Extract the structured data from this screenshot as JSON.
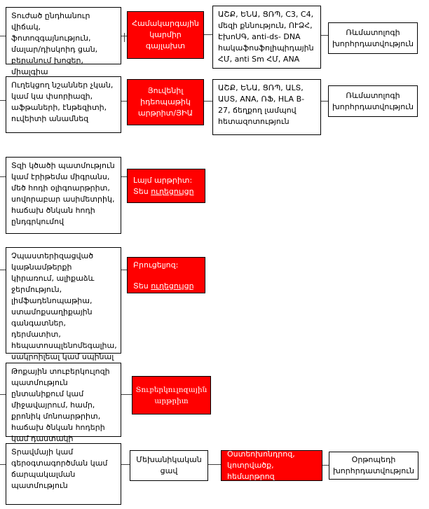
{
  "colors": {
    "diagnosis_fill": "#ff0000",
    "diagnosis_text": "#ffffff",
    "box_border": "#000000",
    "connector": "#404040",
    "background": "#ffffff"
  },
  "rows": [
    {
      "symptoms": "Տուժած ընդհանուր վիճակ, ֆոտոզգայնություն, մալար/դիսկոիդ ցան, բերանում խոցեր, միալգիա",
      "diagnosis": "Համակարգային կարմիր գայլախտ",
      "tests": "ԱՇՔ, ԵՆԱ, ՑՌՊ, C3, C4, մեզի քննություն, ՈՒՁՀ, ԷխոՍԳ, anti-ds- DNA հակաֆոսֆոլիպիդային ՀՄ, anti Sm ՀՄ, ANA",
      "referral": "Ռևմատոլոգի խորհրդատվություն"
    },
    {
      "symptoms": "Ուղեկցող նշաններ չկան, կամ կա փսորիազի, աֆթաների, էնթեզիտի, ուվեիտի անամնեզ",
      "diagnosis": "Յուվենիլ իդեոպաթիկ արթրիտ/ՅԻԱ",
      "tests": "ԱՇՔ, ԵՆԱ, ՑՌՊ, ԱԼՏ, ԱՍՏ, ANA, ՌՖ, HLA B-27, ճեղքող լամպով հետազոտություն",
      "referral": "Ռևմատոլոգի խորհրդատվություն"
    },
    {
      "symptoms": "Տզի կծածի պատմություն կամ էրիթեմա միգրանս, մեծ հոդի օլիգոարթրիտ, սովորաբար ասիմետրիկ, հաճախ ծնկան հոդի ընդգրկումով",
      "diagnosis_title": "Լայմ արթրիտ:",
      "see_text": "Տես ",
      "guideline_link": "ուղեցույցը"
    },
    {
      "symptoms": "Չպաստերիզացված կաթնամթերքի կիրառում, ալիքաձև ջերմություն, լիմֆադենոպաթիա, ստամոքսաղիքային գանգատներ, դերմատիտ, հեպատոսպլենոմեգալիա, սակրոիլեալ կամ սպինալ հոդերի ախտահարում",
      "diagnosis_title": "Բրուցելյոզ:",
      "see_text": "Տես ",
      "guideline_link": "ուղեցույցը"
    },
    {
      "symptoms": "Թոքային տուբերկուլոզի պատմություն ընտանիքում կամ միջավայրում, համր, քրոնիկ մոնոարթրիտ, հաճախ ծնկան հոդերի կամ դաստակի",
      "diagnosis": "Տուբերկուլոզային արթրիտ"
    },
    {
      "symptoms": "Տրավմայի կամ գերօգտագործման կամ ճարպակալման պատմություն",
      "pain_type": "Մեխանիկական ցավ",
      "diagnosis": "Օստեոխոնդրոզ, կոտրվածք, հեմարթրոզ",
      "referral": "Օրթոպեդի խորհրդատվություն"
    }
  ]
}
